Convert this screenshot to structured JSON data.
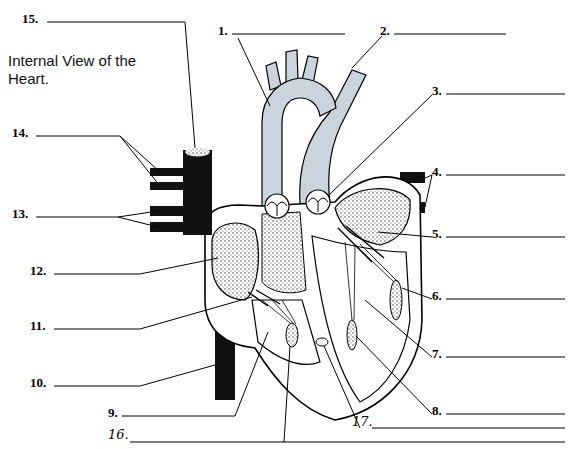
{
  "diagram": {
    "title": "Internal View of the Heart.",
    "labels": [
      "15.",
      "1.",
      "2.",
      "3.",
      "14.",
      "4.",
      "13.",
      "5.",
      "12.",
      "6.",
      "11.",
      "7.",
      "10.",
      "8.",
      "9.",
      "17.",
      "16."
    ]
  }
}
